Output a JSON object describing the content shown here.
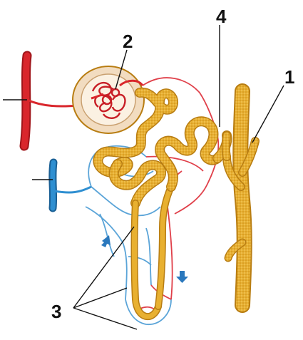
{
  "labels": {
    "one": "1",
    "two": "2",
    "three": "3",
    "four": "4"
  },
  "colors": {
    "artery": "#d9262c",
    "artery_dark": "#a0151a",
    "vein": "#2f8fd1",
    "vein_dark": "#1a5f94",
    "tubule": "#e8b030",
    "tubule_dark": "#b87d12",
    "tubule_light": "#f6d878",
    "capillary_red": "#e0404a",
    "capillary_blue": "#5aa4d8",
    "leader": "#111111",
    "arrow": "#2a78bd"
  },
  "icons": {
    "flow_arrow_up": "arrow-up-icon",
    "flow_arrow_down": "arrow-down-icon"
  }
}
